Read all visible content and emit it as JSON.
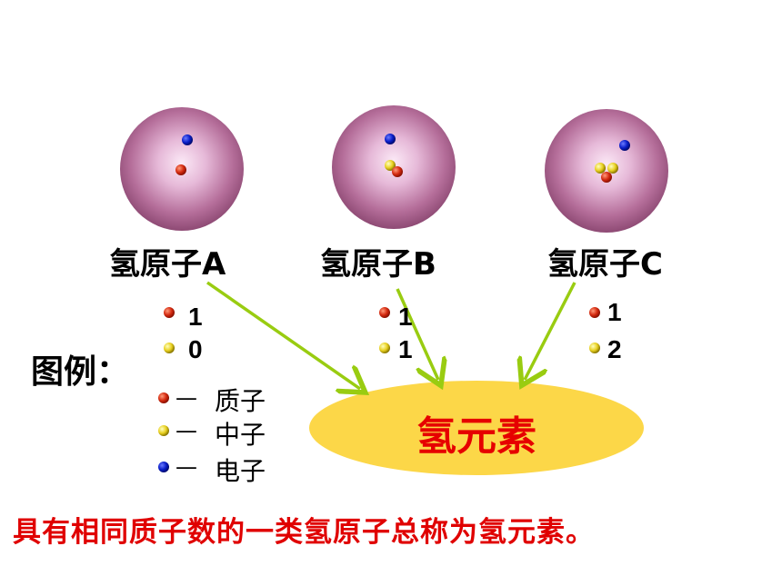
{
  "atoms": [
    {
      "label": "氢原子A",
      "protons": "1",
      "neutrons": "0"
    },
    {
      "label": "氢原子B",
      "protons": "1",
      "neutrons": "1"
    },
    {
      "label": "氢原子C",
      "protons": "1",
      "neutrons": "2"
    }
  ],
  "legend": {
    "title": "图例：",
    "dash": "—",
    "items": [
      {
        "label": "质子",
        "color": "#d42a10"
      },
      {
        "label": "中子",
        "color": "#e8d020"
      },
      {
        "label": "电子",
        "color": "#0a1ec8"
      }
    ]
  },
  "element_name": "氢元素",
  "caption": "具有相同质子数的一类氢原子总称为氢元素。",
  "colors": {
    "atom_sphere": "#a85a88",
    "ellipse_fill": "#fcd748",
    "arrow": "#99cc11",
    "highlight_text": "#e60000"
  }
}
